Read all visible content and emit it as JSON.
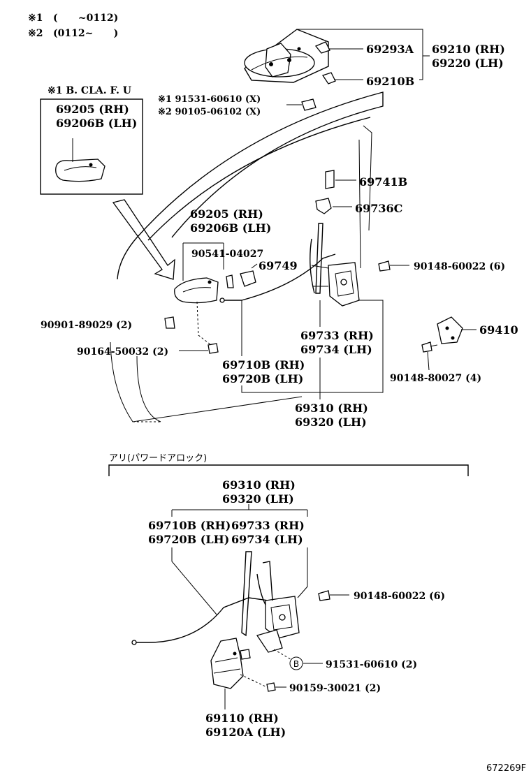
{
  "legend": {
    "note1_mark": "※1",
    "note1_range": "(      ~0112)",
    "note2_mark": "※2",
    "note2_range": "(0112~      )"
  },
  "inset": {
    "header": "※1 B. CLA. F. U",
    "part_rh": "69205 (RH)",
    "part_lh": "69206B (LH)"
  },
  "labels": {
    "p69293A": "69293A",
    "p69210B": "69210B",
    "p69210_rh": "69210 (RH)",
    "p69220_lh": "69220 (LH)",
    "screw1": "※1 91531-60610 (X)",
    "screw2": "※2 90105-06102 (X)",
    "p69741B": "69741B",
    "p69736C": "69736C",
    "handle_rh": "69205 (RH)",
    "handle_lh": "69206B (LH)",
    "p90541": "90541-04027",
    "p69749": "69749",
    "bolt_60022": "90148-60022 (6)",
    "p90901": "90901-89029 (2)",
    "p90164": "90164-50032 (2)",
    "p69733_rh": "69733 (RH)",
    "p69734_lh": "69734 (LH)",
    "p69410": "69410",
    "p69710B_rh": "69710B (RH)",
    "p69720B_lh": "69720B (LH)",
    "bolt_80027": "90148-80027 (4)",
    "p69310_rh": "69310 (RH)",
    "p69320_lh": "69320 (LH)"
  },
  "power_lock": {
    "header": "アリ(パワードアロック)",
    "assy_rh": "69310 (RH)",
    "assy_lh": "69320 (LH)",
    "cable_rh": "69710B (RH)",
    "cable_lh": "69720B (LH)",
    "lock_rh": "69733 (RH)",
    "lock_lh": "69734 (LH)",
    "bolt_60022": "90148-60022 (6)",
    "circle_mark": "B",
    "screw_60610": "91531-60610 (2)",
    "screw_30021": "90159-30021 (2)",
    "motor_rh": "69110 (RH)",
    "motor_lh": "69120A (LH)"
  },
  "footer": {
    "code": "672269F"
  }
}
